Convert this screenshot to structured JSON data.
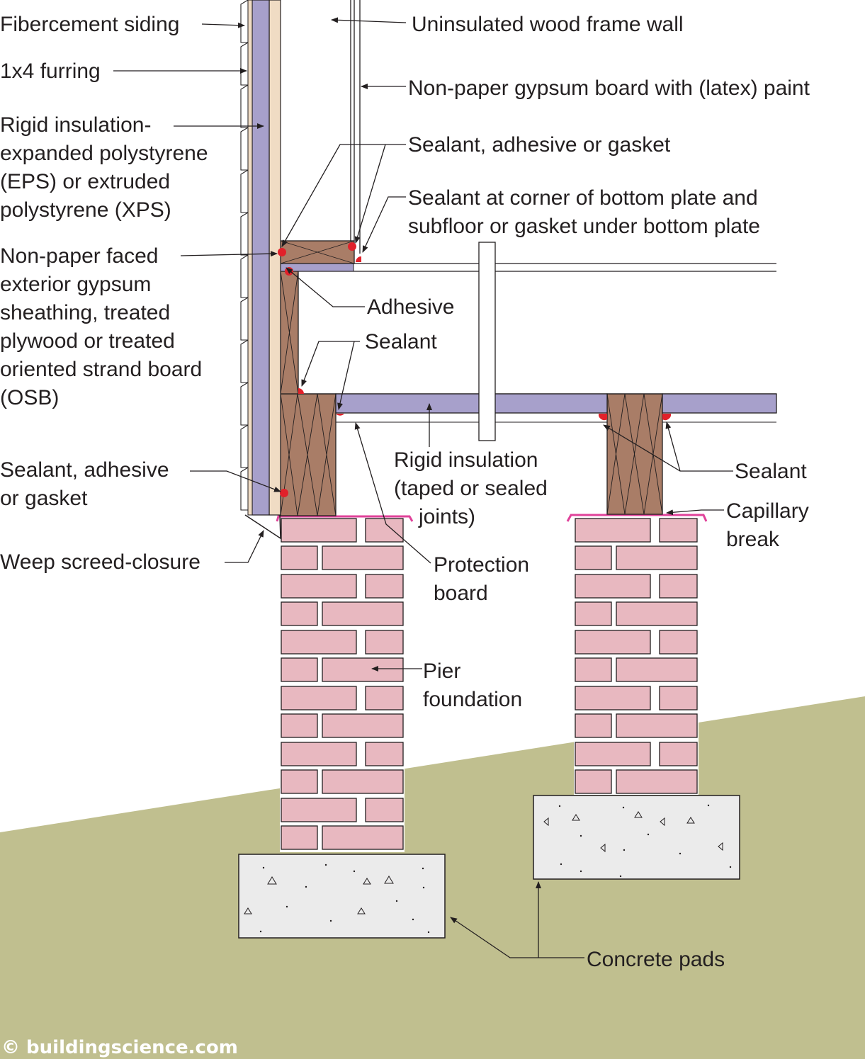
{
  "labels": {
    "fibercement_siding": "Fibercement siding",
    "furring": "1x4 furring",
    "rigid_insulation_wall": [
      "Rigid insulation-",
      "expanded polystyrene",
      "(EPS) or extruded",
      "polystyrene (XPS)"
    ],
    "sheathing": [
      "Non-paper faced",
      "exterior gypsum",
      "sheathing, treated",
      "plywood or treated",
      "oriented strand board",
      "(OSB)"
    ],
    "sealant_adhesive_gasket_left": [
      "Sealant, adhesive",
      "or gasket"
    ],
    "weep_screed": "Weep screed-closure",
    "uninsulated_wall": "Uninsulated wood frame wall",
    "gypsum_board": "Non-paper gypsum board with (latex) paint",
    "sealant_adhesive_gasket_top": "Sealant, adhesive or gasket",
    "sealant_corner": [
      "Sealant at corner of bottom plate and",
      "subfloor or gasket under bottom plate"
    ],
    "adhesive": "Adhesive",
    "sealant_mid": "Sealant",
    "rigid_insulation_floor": [
      "Rigid insulation",
      "(taped or sealed",
      "joints)"
    ],
    "sealant_right": "Sealant",
    "capillary_break": [
      "Capillary",
      "break"
    ],
    "protection_board": [
      "Protection",
      "board"
    ],
    "pier_foundation": [
      "Pier",
      "foundation"
    ],
    "concrete_pads": "Concrete pads"
  },
  "watermark": "© buildingscience.com",
  "colors": {
    "insulation": "#a7a0cb",
    "wood": "#a97d67",
    "brick": "#e8b8c0",
    "mortar": "#ffffff",
    "concrete": "#ebebeb",
    "ground": "#c0bf8f",
    "sealant": "#e1212a",
    "capillary": "#e0429a",
    "siding": "#f0dcc4"
  }
}
